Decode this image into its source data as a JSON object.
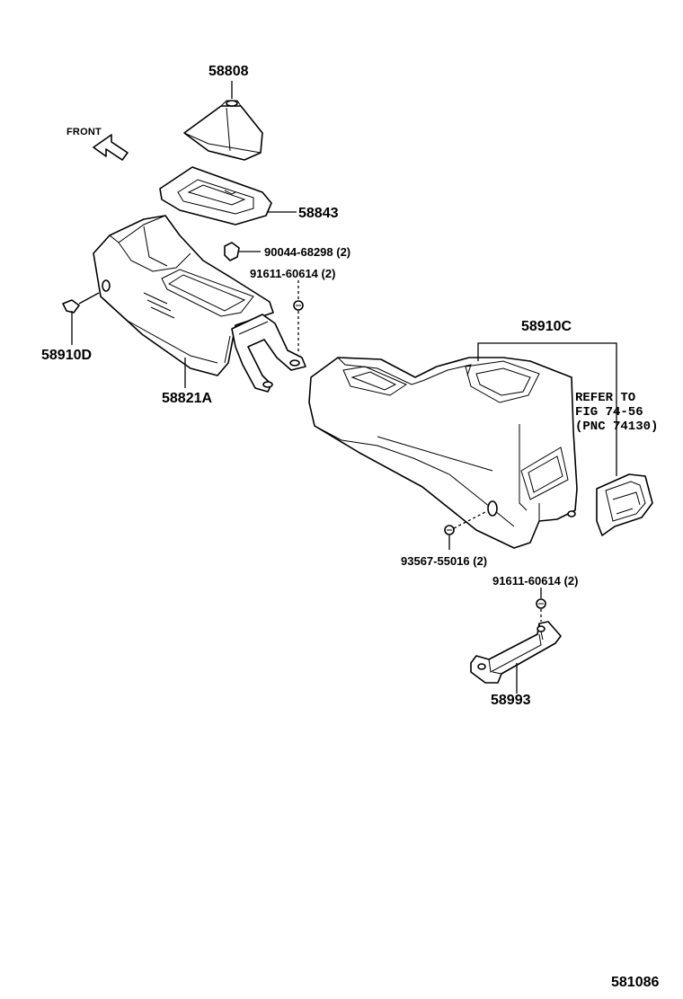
{
  "labels": {
    "shift_boot": "58808",
    "front": "FRONT",
    "bezel": "58843",
    "clip": "90044-68298 (2)",
    "screw_front": "91611-60614 (2)",
    "grommet_left": "58910D",
    "front_console": "58821A",
    "rear_console": "58910C",
    "refer_line1": "REFER TO",
    "refer_line2": "FIG 74-56",
    "refer_line3": "(PNC 74130)",
    "nut": "93567-55016 (2)",
    "screw_rear": "91611-60614 (2)",
    "bracket": "58993",
    "figure_number": "581086"
  },
  "icons": {
    "front_arrow": "front-direction-arrow-icon",
    "screw": "screw-icon",
    "clip": "clip-icon",
    "grommet": "grommet-icon",
    "nut": "nut-icon"
  },
  "colors": {
    "ink": "#000000",
    "background": "#ffffff"
  }
}
